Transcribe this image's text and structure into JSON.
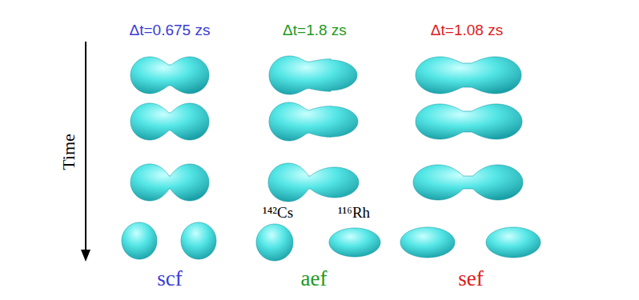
{
  "diagram": {
    "labels": [
      "Δt=0.675 zs",
      "Δt=1.8 zs",
      "Δt=1.08 zs",
      "Time",
      "¹⁴²Cs",
      "¹¹⁶Rh",
      "scf",
      "aef",
      "sef"
    ]
  }
}
